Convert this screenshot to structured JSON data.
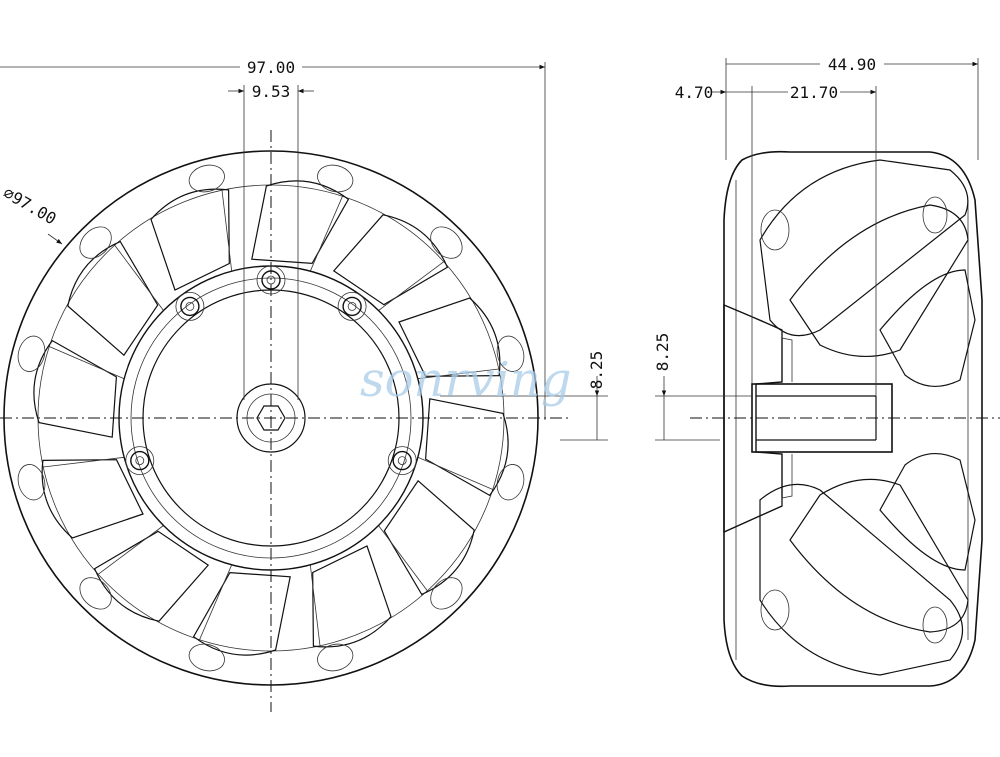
{
  "dimensions": {
    "overall_diameter_width": "97.00",
    "hub_offset": "9.53",
    "diameter_callout": "⌀97.00",
    "center_height_front": "8.25",
    "center_height_side": "8.25",
    "overall_width": "44.90",
    "side_offset_small": "4.70",
    "side_offset_large": "21.70"
  },
  "watermark": "sonrving",
  "colors": {
    "line": "#111111",
    "watermark": "#a9cbe8",
    "background": "#ffffff"
  }
}
